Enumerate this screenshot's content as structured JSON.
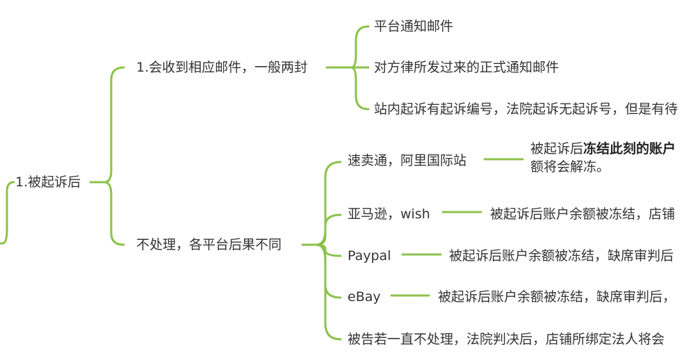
{
  "colors": {
    "line": "#8cc24a",
    "text": "#333333",
    "background": "#ffffff"
  },
  "root": {
    "label": "1.被起诉后"
  },
  "branch_email": {
    "label": "1.会收到相应邮件，一般两封",
    "children": [
      "平台通知邮件",
      "对方律所发过来的正式通知邮件",
      "站内起诉有起诉编号，法院起诉无起诉号，但是有待"
    ]
  },
  "branch_ignore": {
    "label": "不处理，各平台后果不同",
    "children": [
      {
        "platform": "速卖通，阿里国际站",
        "result_prefix": "被起诉后",
        "result_bold": "冻结此刻的账户",
        "result_line2": "额将会解冻。"
      },
      {
        "platform": "亚马逊，wish",
        "result": "被起诉后账户余额被冻结，店铺"
      },
      {
        "platform": "Paypal",
        "result": "被起诉后账户余额被冻结，缺席审判后"
      },
      {
        "platform": "eBay",
        "result": "被起诉后账户余额被冻结，缺席审判后，"
      },
      {
        "platform": "被告若一直不处理，法院判决后，店铺所绑定法人将会"
      }
    ]
  }
}
